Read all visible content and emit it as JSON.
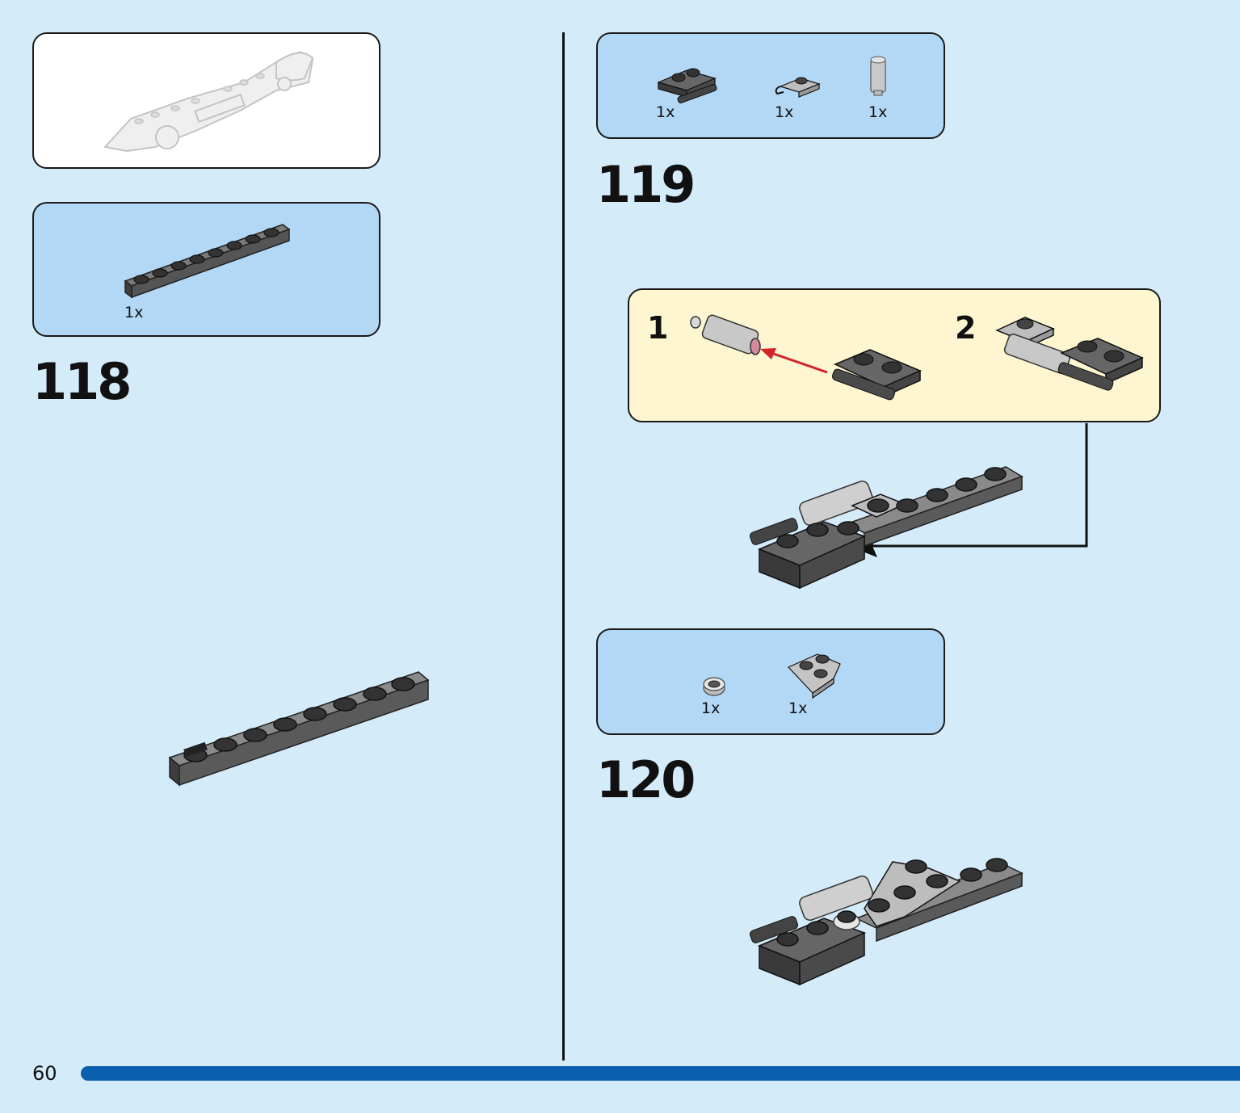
{
  "page": {
    "number": "60",
    "progress_percent": 100
  },
  "colors": {
    "background": "#d4ebfa",
    "parts_panel": "#b3d8f5",
    "sub_assembly_panel": "#fdf6d0",
    "progress_bar": "#0a5fae",
    "brick_dark_gray": "#5a5a5a",
    "brick_light_gray": "#b8b8b8",
    "arrow_red": "#d2232a"
  },
  "steps": [
    {
      "number": "118",
      "parts": [
        {
          "qty": "1x",
          "icon": "1x8-plate-dark-gray-icon"
        }
      ]
    },
    {
      "number": "119",
      "parts": [
        {
          "qty": "1x",
          "icon": "plate-with-bar-dark-gray-icon"
        },
        {
          "qty": "1x",
          "icon": "plate-with-clip-light-gray-icon"
        },
        {
          "qty": "1x",
          "icon": "bar-with-stud-light-gray-icon"
        }
      ],
      "sub_steps": [
        {
          "number": "1"
        },
        {
          "number": "2"
        }
      ]
    },
    {
      "number": "120",
      "parts": [
        {
          "qty": "1x",
          "icon": "round-tile-light-gray-icon"
        },
        {
          "qty": "1x",
          "icon": "wedge-plate-light-gray-icon"
        }
      ]
    }
  ]
}
